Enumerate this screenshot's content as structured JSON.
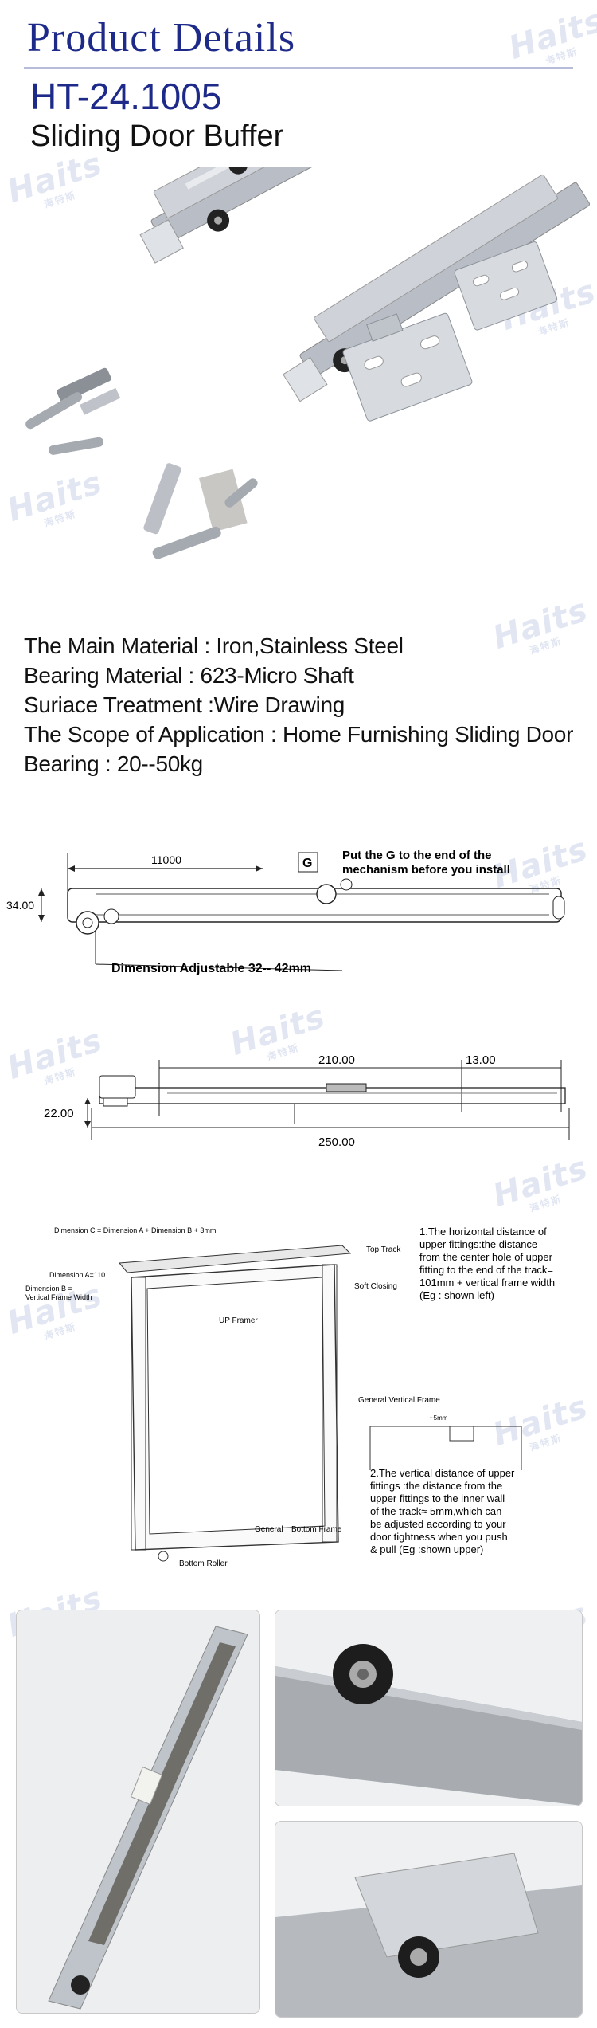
{
  "header": {
    "title": "Product Details",
    "model": "HT-24.1005",
    "product_name": "Sliding Door Buffer"
  },
  "watermark": {
    "brand": "Haits",
    "sub": "海特斯"
  },
  "specs": [
    "The Main Material : Iron,Stainless Steel",
    "Bearing Material : 623-Micro Shaft",
    "Suriace Treatment :Wire Drawing",
    "The Scope of Application : Home Furnishing Sliding Door",
    "Bearing : 20--50kg"
  ],
  "diagram1": {
    "length": "11000",
    "height": "34.00",
    "g_label": "G",
    "note_line1": "Put the G to the end of the",
    "note_line2": "mechanism before you install",
    "adjust": "Dimension Adjustable 32-- 42mm"
  },
  "diagram2": {
    "dim_a": "210.00",
    "dim_b": "13.00",
    "height": "22.00",
    "total": "250.00"
  },
  "diagram3": {
    "label_dim_c": "Dimension C = Dimension A + Dimension B + 3mm",
    "label_dim_a": "Dimension A=110",
    "label_dim_b_1": "Dimension B =",
    "label_dim_b_2": "Vertical Frame Width",
    "label_top_track": "Top Track",
    "label_soft_closing": "Soft Closing",
    "label_up_framer": "UP Framer",
    "label_vertical_frame": "General Vertical Frame",
    "label_bottom_frame_1": "General",
    "label_bottom_frame_2": "Bottom Frame",
    "label_bottom_roller": "Bottom Roller",
    "label_5mm": "~5mm",
    "note1": [
      "1.The horizontal distance of",
      "upper fittings:the distance",
      "from the center hole of upper",
      "fitting to the end of the track=",
      "101mm + vertical frame width",
      "(Eg : shown left)"
    ],
    "note2": [
      "2.The vertical distance of upper",
      "fittings :the distance from the",
      "upper  fittings to the inner wall",
      "of the track≈ 5mm,which can",
      "be adjusted according to your",
      "door tightness when you push",
      "& pull (Eg :shown upper)"
    ]
  },
  "colors": {
    "title_blue": "#1d2a8a",
    "steel": "#b9bec6",
    "frame": "#c8c8c8"
  }
}
